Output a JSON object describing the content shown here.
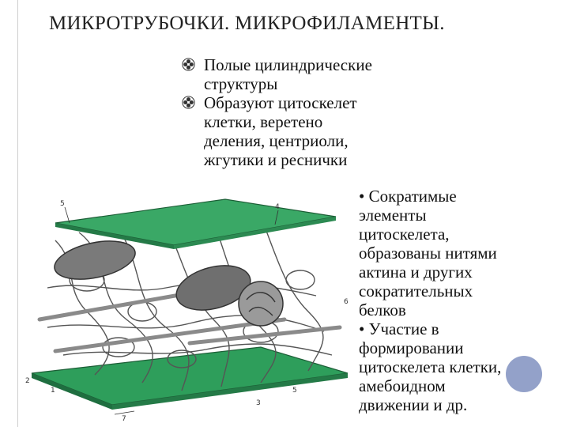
{
  "slide": {
    "title": "МИКРОТРУБОЧКИ. МИКРОФИЛАМЕНТЫ."
  },
  "bullets": [
    {
      "icon": "flower-bullet-icon",
      "lines": [
        "Полые цилиндрические",
        "структуры"
      ]
    },
    {
      "icon": "flower-bullet-icon",
      "lines": [
        "Образуют цитоскелет",
        "клетки, веретено",
        "деления, центриоли,",
        "жгутики и реснички"
      ]
    }
  ],
  "right_text": {
    "lines": [
      "• Сократимые",
      "элементы",
      "цитоскелета,",
      "образованы нитями",
      "актина и других",
      "сократительных",
      "белков",
      "• Участие в",
      "формировании",
      "цитоскелета клетки,",
      "амебоидном",
      "движении и др."
    ]
  },
  "figure": {
    "labels": [
      "5",
      "4",
      "6",
      "2",
      "1",
      "3",
      "5",
      "7"
    ]
  },
  "colors": {
    "green_plate": "#2e9e5b",
    "accent_circle": "#8090c0"
  }
}
